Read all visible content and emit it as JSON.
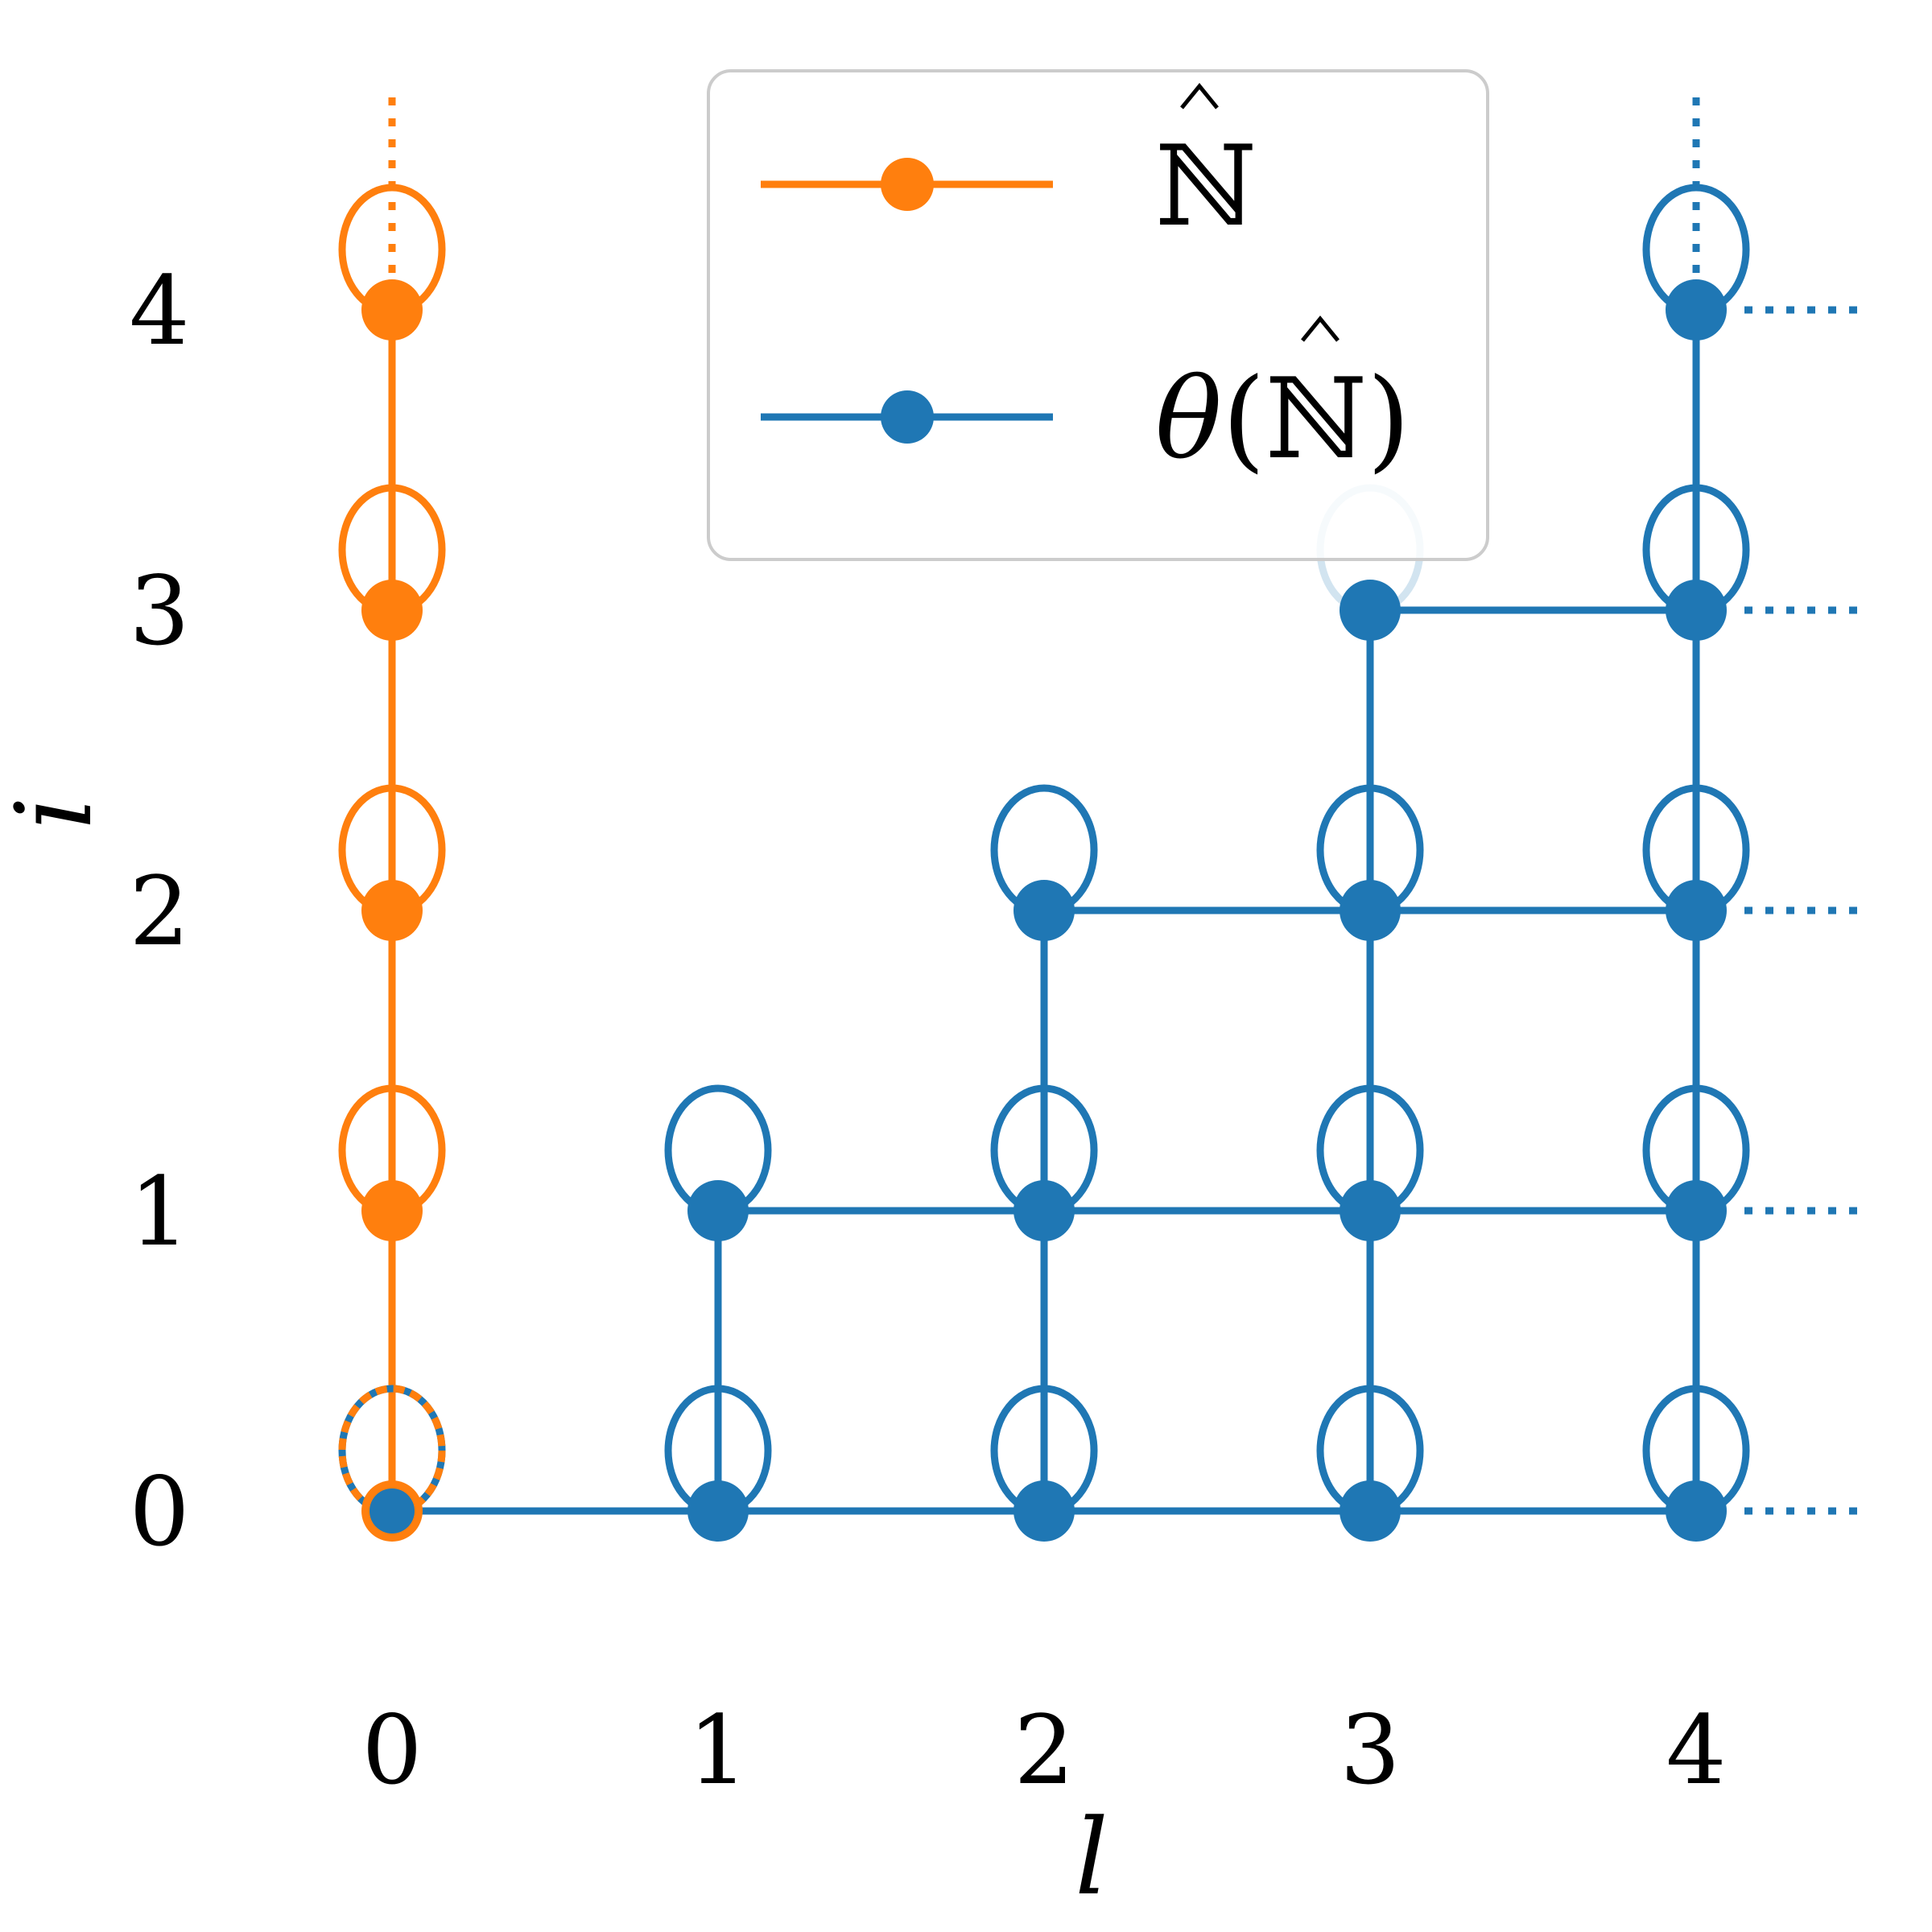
{
  "chart_data": {
    "type": "graph",
    "xlabel": "l",
    "ylabel": "i",
    "xticks": [
      "0",
      "1",
      "2",
      "3",
      "4"
    ],
    "yticks": [
      "0",
      "1",
      "2",
      "3",
      "4"
    ],
    "xlim": [
      0,
      4
    ],
    "ylim": [
      0,
      4
    ],
    "colors": {
      "orange": "#ff7f0e",
      "blue": "#1f77b4"
    },
    "legend": {
      "placement": "top-center",
      "entries": [
        {
          "label_hat_letter": "ℕ",
          "label_prefix": "",
          "label_open": "",
          "label_close": "",
          "color": "#ff7f0e"
        },
        {
          "label_hat_letter": "ℕ",
          "label_prefix": "θ",
          "label_open": "(",
          "label_close": ")",
          "color": "#1f77b4"
        }
      ]
    },
    "series": [
      {
        "color": "#ff7f0e",
        "nodes": [
          [
            0,
            0
          ],
          [
            0,
            1
          ],
          [
            0,
            2
          ],
          [
            0,
            3
          ],
          [
            0,
            4
          ]
        ],
        "vertical_edges": [
          [
            0,
            0,
            4
          ]
        ],
        "horizontal_edges": [],
        "self_loops": [
          [
            0,
            0
          ],
          [
            0,
            1
          ],
          [
            0,
            2
          ],
          [
            0,
            3
          ],
          [
            0,
            4
          ]
        ],
        "continues_up": [
          0
        ]
      },
      {
        "color": "#1f77b4",
        "nodes": [
          [
            0,
            0
          ],
          [
            1,
            0
          ],
          [
            2,
            0
          ],
          [
            3,
            0
          ],
          [
            4,
            0
          ],
          [
            1,
            1
          ],
          [
            2,
            1
          ],
          [
            3,
            1
          ],
          [
            4,
            1
          ],
          [
            2,
            2
          ],
          [
            3,
            2
          ],
          [
            4,
            2
          ],
          [
            3,
            3
          ],
          [
            4,
            3
          ],
          [
            4,
            4
          ]
        ],
        "vertical_edges": [
          [
            1,
            0,
            1
          ],
          [
            2,
            0,
            2
          ],
          [
            3,
            0,
            3
          ],
          [
            4,
            0,
            4
          ]
        ],
        "horizontal_edges": [
          [
            0,
            0,
            4
          ],
          [
            1,
            1,
            4
          ],
          [
            2,
            2,
            4
          ],
          [
            3,
            3,
            4
          ]
        ],
        "self_loops": [
          [
            0,
            0
          ],
          [
            1,
            0
          ],
          [
            2,
            0
          ],
          [
            3,
            0
          ],
          [
            4,
            0
          ],
          [
            1,
            1
          ],
          [
            2,
            1
          ],
          [
            3,
            1
          ],
          [
            4,
            1
          ],
          [
            2,
            2
          ],
          [
            3,
            2
          ],
          [
            4,
            2
          ],
          [
            3,
            3
          ],
          [
            4,
            3
          ],
          [
            4,
            4
          ]
        ],
        "faded_loops": [
          [
            3,
            3
          ]
        ],
        "continues_up": [
          4
        ],
        "continues_right": [
          0,
          1,
          2,
          3,
          4
        ]
      }
    ]
  }
}
